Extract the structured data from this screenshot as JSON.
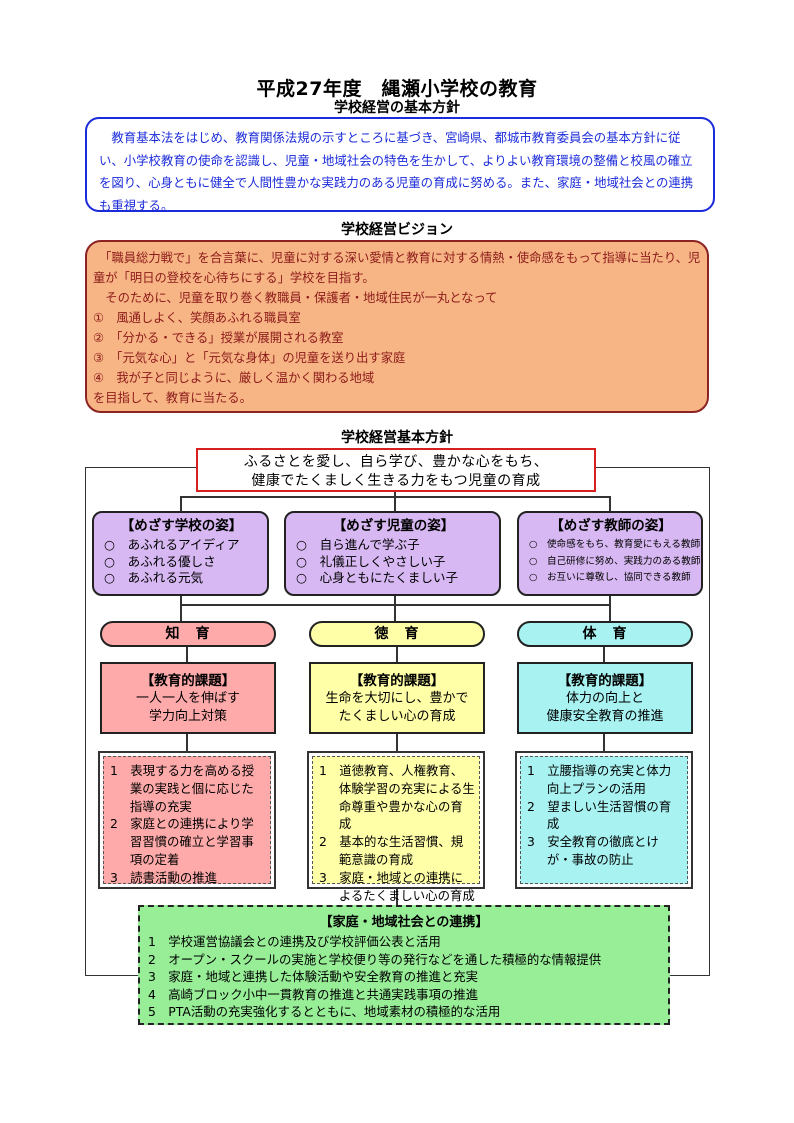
{
  "page_title": "平成27年度　縄瀬小学校の教育",
  "policy": {
    "title": "学校経営の基本方針",
    "text": "教育基本法をはじめ、教育関係法規の示すところに基づき、宮崎県、都城市教育委員会の基本方針に従い、小学校教育の使命を認識し、児童・地域社会の特色を生かして、よりよい教育環境の整備と校風の確立を図り、心身ともに健全で人間性豊かな実践力のある児童の育成に努める。また、家庭・地域社会との連携も重視する。"
  },
  "vision": {
    "title": "学校経営ビジョン",
    "intro": "「職員総力戦で」を合言葉に、児童に対する深い愛情と教育に対する情熱・使命感をもって指導に当たり、児童が「明日の登校を心待ちにする」学校を目指す。",
    "lead": "そのために、児童を取り巻く教職員・保護者・地域住民が一丸となって",
    "items": [
      "①　風通しよく、笑顔あふれる職員室",
      "②　「分かる・できる」授業が展開される教室",
      "③　「元気な心」と「元気な身体」の児童を送り出す家庭",
      "④　我が子と同じように、厳しく温かく関わる地域"
    ],
    "closing": "を目指して、教育に当たる。"
  },
  "basic_policy": {
    "title": "学校経営基本方針",
    "motto_line1": "ふるさとを愛し、自ら学び、豊かな心をもち、",
    "motto_line2": "健康でたくましく生きる力をもつ児童の育成"
  },
  "goals": [
    {
      "title": "【めざす学校の姿】",
      "items": [
        "○　あふれるアイディア",
        "○　あふれる優しさ",
        "○　あふれる元気"
      ]
    },
    {
      "title": "【めざす児童の姿】",
      "items": [
        "○　自ら進んで学ぶ子",
        "○　礼儀正しくやさしい子",
        "○　心身ともにたくましい子"
      ]
    },
    {
      "title": "【めざす教師の姿】",
      "items": [
        "○　使命感をもち、教育愛にもえる教師",
        "○　自己研修に努め、実践力のある教師",
        "○　お互いに尊敬し、協同できる教師"
      ]
    }
  ],
  "pillars": [
    {
      "label": "知　育",
      "color": "#ffaaaa",
      "issue_title": "【教育的課題】",
      "issue_line1": "一人一人を伸ばす",
      "issue_line2": "学力向上対策",
      "details": [
        "1　表現する力を高める授業の実践と個に応じた指導の充実",
        "2　家庭との連携により学習習慣の確立と学習事項の定着",
        "3　読書活動の推進"
      ]
    },
    {
      "label": "徳　育",
      "color": "#ffffa8",
      "issue_title": "【教育的課題】",
      "issue_line1": "生命を大切にし、豊かで",
      "issue_line2": "たくましい心の育成",
      "details": [
        "1　道徳教育、人権教育、体験学習の充実による生命尊重や豊かな心の育成",
        "2　基本的な生活習慣、規範意識の育成",
        "3　家庭・地域との連携によるたくましい心の育成"
      ]
    },
    {
      "label": "体　育",
      "color": "#a8f2f2",
      "issue_title": "【教育的課題】",
      "issue_line1": "体力の向上と",
      "issue_line2": "健康安全教育の推進",
      "details": [
        "1　立腰指導の充実と体力向上プランの活用",
        "2　望ましい生活習慣の育成",
        "3　安全教育の徹底とけが・事故の防止"
      ]
    }
  ],
  "community": {
    "title": "【家庭・地域社会との連携】",
    "items": [
      "1　学校運営協議会との連携及び学校評価公表と活用",
      "2　オープン・スクールの実施と学校便り等の発行などを通した積極的な情報提供",
      "3　家庭・地域と連携した体験活動や安全教育の推進と充実",
      "4　高崎ブロック小中一貫教育の推進と共通実践事項の推進",
      "5　PTA活動の充実強化するとともに、地域素材の積極的な活用"
    ]
  }
}
